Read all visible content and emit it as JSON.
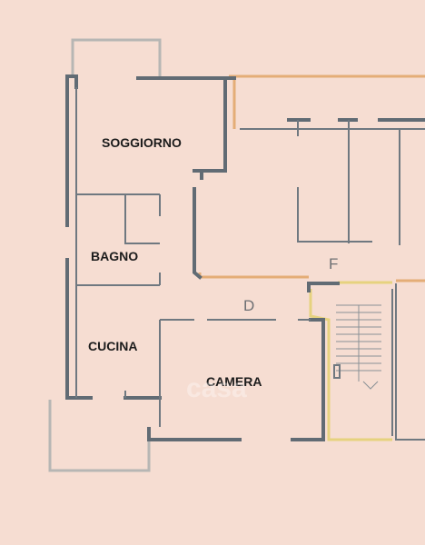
{
  "rooms": {
    "soggiorno": "SOGGIORNO",
    "bagno": "BAGNO",
    "cucina": "CUCINA",
    "camera": "CAMERA"
  },
  "marks": {
    "d": "D",
    "f": "F"
  },
  "watermark": "casa",
  "colors": {
    "background": "#f6ddd2",
    "wall": "#616b74",
    "outline_orange": "#e4ad77",
    "outline_yellow": "#e6d27f"
  }
}
